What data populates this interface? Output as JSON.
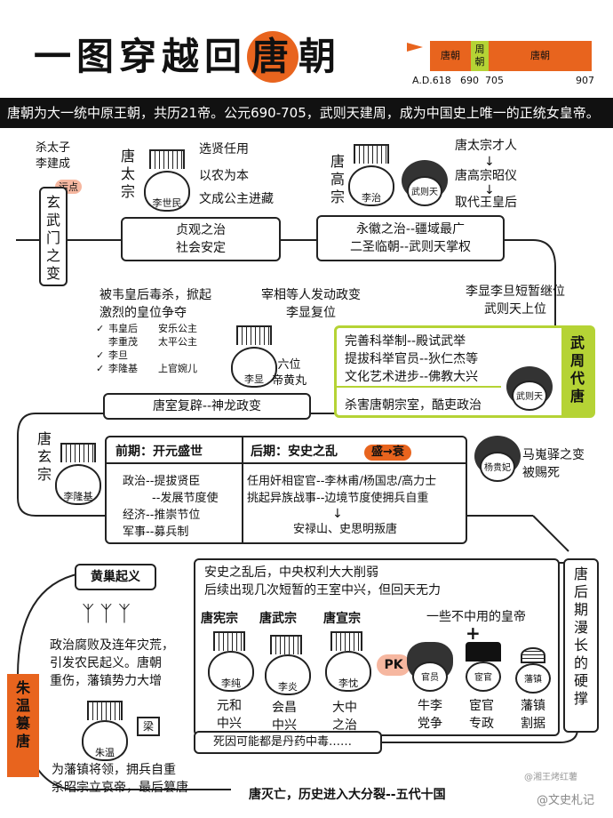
{
  "header": {
    "title_a": "一图穿越回",
    "title_tang": "唐",
    "title_b": "朝",
    "timeline": {
      "tang1": "唐朝",
      "zhou": "周朝",
      "tang2": "唐朝",
      "ad": "A.D.618",
      "y690": "690",
      "y705": "705",
      "y907": "907"
    }
  },
  "banner": "唐朝为大一统中原王朝，共历21帝。公元690-705，武则天建周，成为中国史上唯一的正统女皇帝。",
  "taizong": {
    "label": "唐太宗",
    "name": "李世民",
    "notes": [
      "选贤任用",
      "以农为本",
      "文成公主进藏"
    ],
    "left_note": "杀太子\n李建成",
    "tag": "污点",
    "event": "玄武门之变",
    "era": "贞观之治\n社会安定"
  },
  "gaozong": {
    "label": "唐高宗",
    "name": "李治",
    "wzt": "武则天",
    "chain": [
      "唐太宗才人",
      "唐高宗昭仪",
      "取代王皇后"
    ],
    "era": "永徽之治--疆域最广\n二圣临朝--武则天掌权"
  },
  "wuzhou": {
    "intro": "李显李旦短暂继位\n武则天上位",
    "reforms": "完善科举制--殿试武举\n提拔科举官员--狄仁杰等\n文化艺术进步--佛教大兴",
    "cruel": "杀害唐朝宗室，酷吏政治",
    "label": "武周代唐",
    "name": "武则天"
  },
  "zhongzong": {
    "left": "被韦皇后毒杀，掀起\n激烈的皇位争夺",
    "right": "宰相等人发动政变\n李显复位",
    "names_a": "韦皇后\n李重茂\n李旦\n李隆基",
    "names_b": "安乐公主\n太平公主\n\n上官婉儿",
    "name": "李显",
    "note": "六位\n帝黄丸",
    "event": "唐室复辟--神龙政变"
  },
  "xuanzong": {
    "label": "唐玄宗",
    "name": "李隆基",
    "early_title": "前期：开元盛世",
    "early": "政治--提拔贤臣\n        --发展节度使\n经济--推崇节位\n军事--募兵制",
    "late_title": "后期：安史之乱",
    "late_badge": "盛→衰",
    "late": "任用奸相宦官--李林甫/杨国忠/高力士\n挑起异族战事--边境节度使拥兵自重",
    "late_result": "安禄山、史思明叛唐",
    "yang": "杨贵妃",
    "yang_note": "马嵬驿之变\n被赐死"
  },
  "late": {
    "intro": "安史之乱后，中央权利大大削弱\n后续出现几次短暂的王室中兴，但回天无力",
    "side": "唐后期漫长的硬撑",
    "emperors": [
      {
        "title": "唐宪宗",
        "name": "李纯",
        "desc": "元和\n中兴"
      },
      {
        "title": "唐武宗",
        "name": "李炎",
        "desc": "会昌\n中兴"
      },
      {
        "title": "唐宣宗",
        "name": "李忱",
        "desc": "大中\n之治"
      }
    ],
    "pk": "PK",
    "useless": "一些不中用的皇帝",
    "plus": "+",
    "factions": [
      {
        "name": "官员",
        "desc": "牛李\n党争"
      },
      {
        "name": "宦官",
        "desc": "宦官\n专政"
      },
      {
        "name": "藩镇",
        "desc": "藩镇\n割据"
      }
    ],
    "death": "死因可能都是丹药中毒……"
  },
  "huangchao": {
    "title": "黄巢起义",
    "text": "政治腐败及连年灾荒，\n引发农民起义。唐朝\n重伤，藩镇势力大增"
  },
  "zhuwen": {
    "label": "朱温篡唐",
    "name": "朱温",
    "flag": "梁",
    "text": "为藩镇将领，拥兵自重\n杀昭宗立哀帝，最后篡唐"
  },
  "ending": "唐灭亡，历史进入大分裂--五代十国",
  "credit": "@湘王烤红薯",
  "watermark": "@文史札记",
  "colors": {
    "orange": "#e8641e",
    "green": "#b5d335",
    "black": "#111111"
  }
}
